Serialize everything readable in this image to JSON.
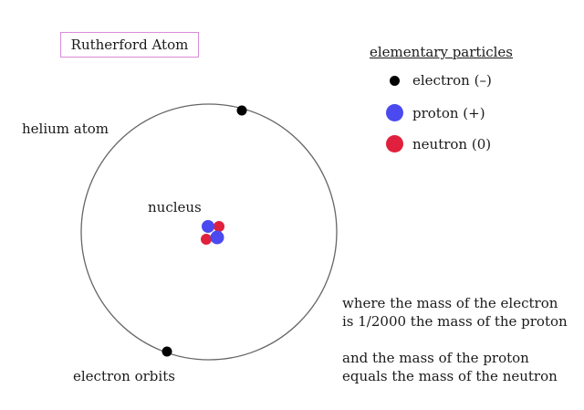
{
  "title": "Rutherford Atom",
  "labels": {
    "atom": "helium atom",
    "nucleus": "nucleus",
    "orbits": "electron orbits"
  },
  "legend": {
    "title": "elementary particles",
    "items": [
      {
        "label": "electron (–)",
        "color": "#000000",
        "size": 9
      },
      {
        "label": "proton (+)",
        "color": "#4a4af0",
        "size": 18
      },
      {
        "label": "neutron (0)",
        "color": "#e0203c",
        "size": 18
      }
    ]
  },
  "notes": [
    {
      "line1": "where the mass of the electron",
      "line2": "is 1/2000 the mass of the proton"
    },
    {
      "line1": "and the mass of the proton",
      "line2": "equals the mass of the neutron"
    }
  ],
  "colors": {
    "title_border": "#d98cd9",
    "orbit": "#555555",
    "electron": "#000000",
    "proton": "#4a4af0",
    "neutron": "#e0203c"
  }
}
